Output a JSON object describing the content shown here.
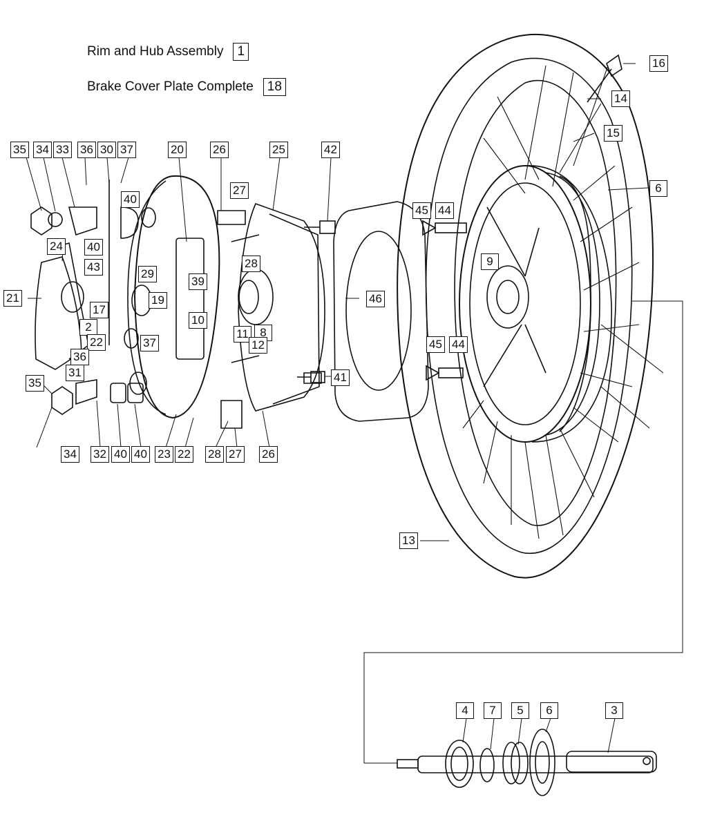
{
  "titles": {
    "rim_hub": {
      "text": "Rim and Hub Assembly",
      "ref": "1"
    },
    "brake_cover": {
      "text": "Brake Cover Plate Complete",
      "ref": "18"
    }
  },
  "callouts": [
    "35",
    "34",
    "33",
    "36",
    "30",
    "37",
    "20",
    "26",
    "25",
    "42",
    "27",
    "40",
    "40",
    "43",
    "24",
    "29",
    "28",
    "39",
    "21",
    "17",
    "19",
    "10",
    "2",
    "11",
    "8",
    "12",
    "22",
    "36",
    "37",
    "31",
    "35",
    "34",
    "32",
    "40",
    "40",
    "23",
    "22",
    "28",
    "27",
    "26",
    "41",
    "46",
    "45",
    "44",
    "45",
    "44",
    "9",
    "16",
    "14",
    "15",
    "6",
    "13",
    "4",
    "7",
    "5",
    "6",
    "3"
  ],
  "colors": {
    "ink": "#111111",
    "paper": "#ffffff"
  }
}
